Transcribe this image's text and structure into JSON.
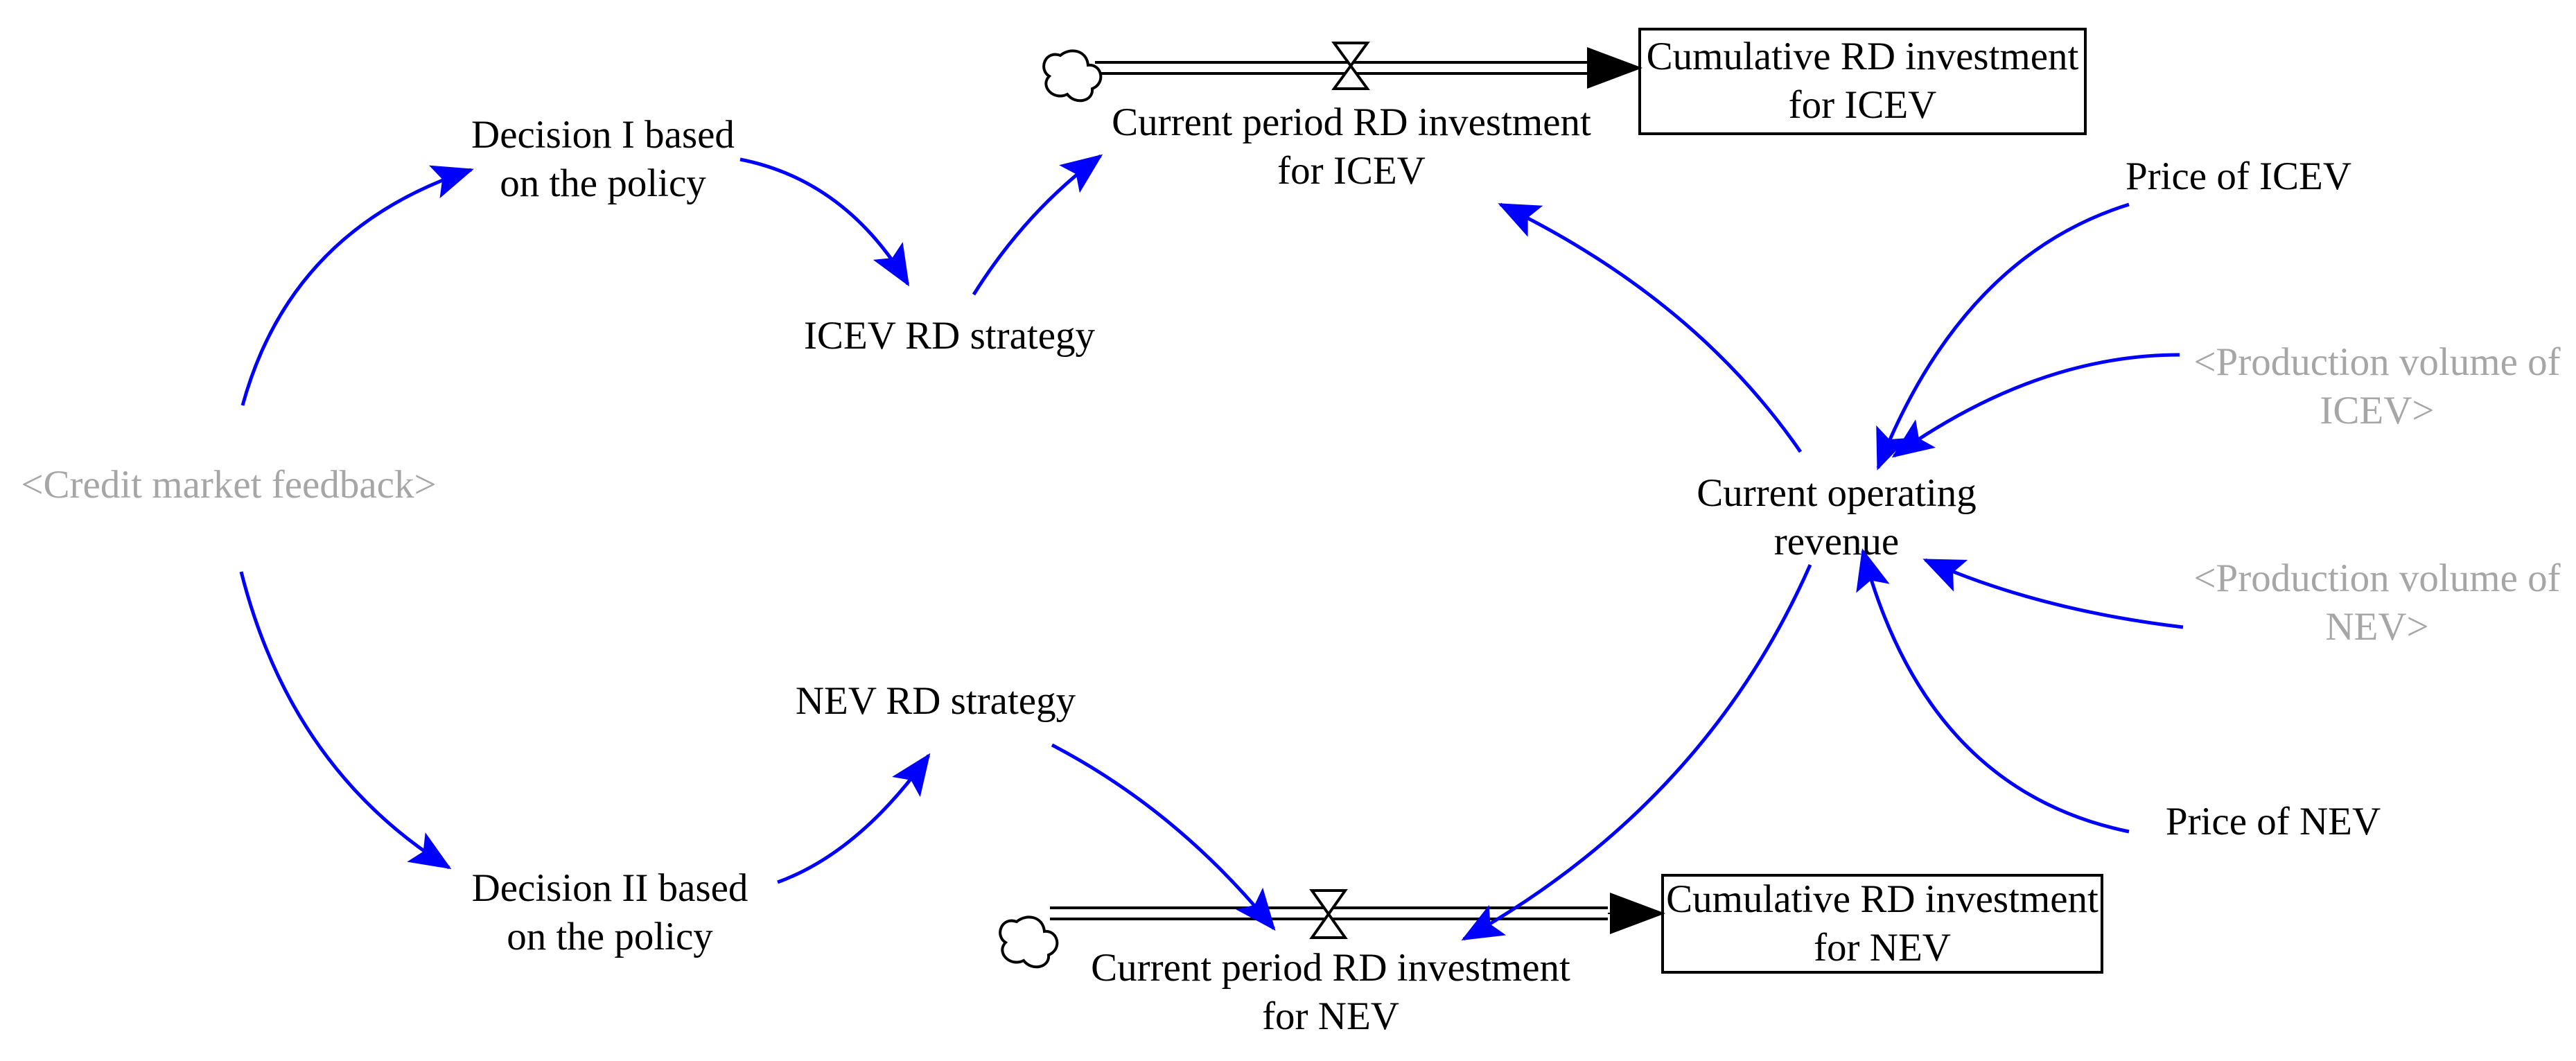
{
  "colors": {
    "link": "#0000ff",
    "text": "#000000",
    "shadow_variable": "#a6a6a6",
    "flow": "#000000",
    "background": "#ffffff"
  },
  "diagram": {
    "variables": {
      "decision_1": "Decision I based\non the policy",
      "decision_2": "Decision II based\non the policy",
      "icev_strategy": "ICEV RD strategy",
      "nev_strategy": "NEV RD strategy",
      "credit_feedback": "<Credit market feedback>",
      "operating_revenue": "Current operating\nrevenue",
      "price_icev": "Price of ICEV",
      "price_nev": "Price of NEV",
      "production_icev": "<Production volume of\nICEV>",
      "production_nev": "<Production volume of\nNEV>"
    },
    "flows": {
      "icev_rate": "Current period RD investment\nfor ICEV",
      "nev_rate": "Current period RD investment\nfor NEV"
    },
    "stocks": {
      "icev_cumulative": "Cumulative RD investment\nfor ICEV",
      "nev_cumulative": "Cumulative RD investment\nfor NEV"
    },
    "icons": {
      "source_cloud": "cloud-icon",
      "valve": "valve-icon"
    }
  }
}
